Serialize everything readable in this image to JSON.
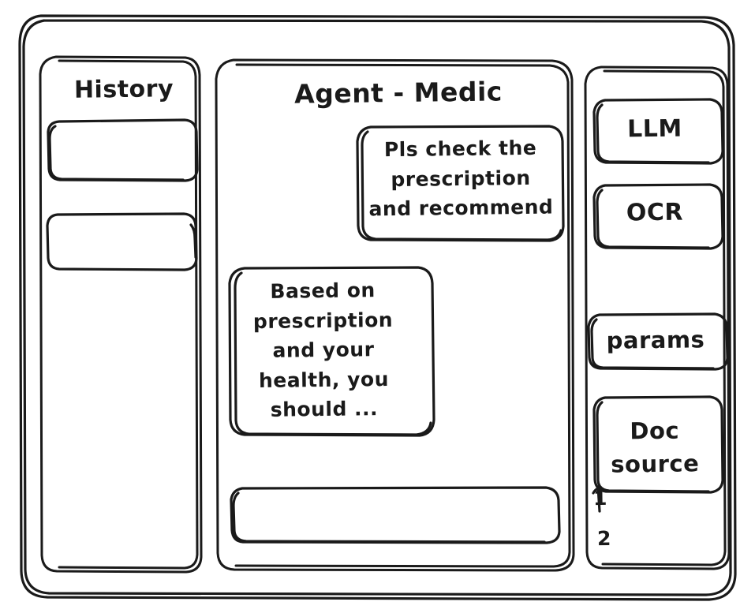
{
  "window": {
    "style": "hand-drawn-wireframe",
    "stroke_color": "#1a1a1a",
    "background_color": "#ffffff"
  },
  "sidebar_left": {
    "title": "History",
    "items": [
      {
        "label": "",
        "name": "history-item-1"
      },
      {
        "label": "",
        "name": "history-item-2"
      }
    ]
  },
  "main": {
    "title": "Agent - Medic",
    "messages": [
      {
        "role": "user",
        "text": "Pls check the\nprescription\nand recommend"
      },
      {
        "role": "assistant",
        "text": "Based on\nprescription\nand your\nhealth, you\nshould ..."
      }
    ],
    "composer": {
      "value": "",
      "placeholder": ""
    }
  },
  "sidebar_right": {
    "items": [
      {
        "label": "LLM",
        "name": "llm-button"
      },
      {
        "label": "OCR",
        "name": "ocr-button"
      },
      {
        "label": "params",
        "name": "params-button"
      },
      {
        "label": "Doc\nsource",
        "name": "doc-source-button"
      }
    ],
    "source_list": [
      {
        "label": "1"
      },
      {
        "label": "2"
      }
    ]
  }
}
